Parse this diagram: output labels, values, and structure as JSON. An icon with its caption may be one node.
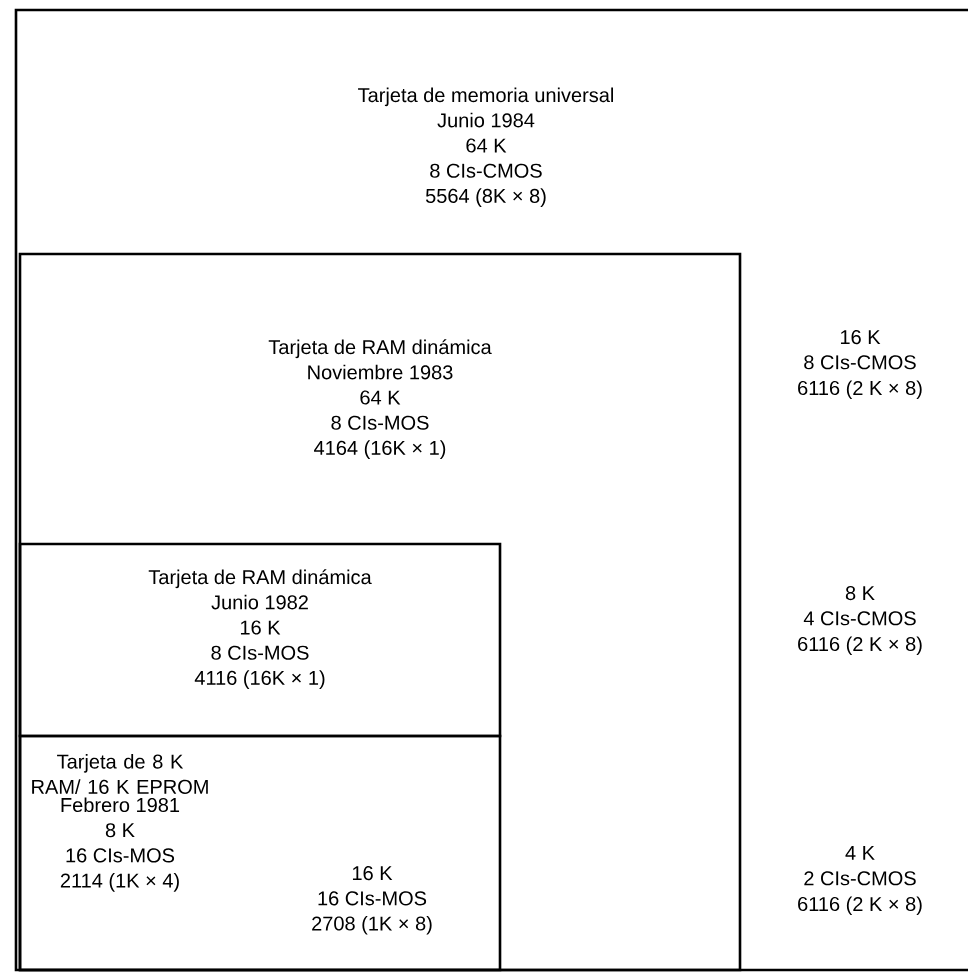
{
  "diagram": {
    "nodes": [
      {
        "text": [
          "Tarjeta de memoria universal",
          "Junio 1984",
          "64 K",
          "8 CIs-CMOS",
          "5564 (8K × 8)"
        ]
      },
      {
        "text": [
          "Tarjeta de RAM dinámica",
          "Noviembre 1983",
          "64 K",
          "8 CIs-MOS",
          "4164 (16K × 1)"
        ],
        "in": 0
      },
      {
        "text": [
          "Tarjeta de RAM dinámica",
          "Junio 1982",
          "16 K",
          "8 CIs-MOS",
          "4116 (16K × 1)"
        ],
        "in": 1
      },
      {
        "text": [
          "Tarjeta de 8 K RAM/ 16 K EPROM",
          "Febrero 1981",
          "8 K",
          "16 CIs-MOS",
          "2114 (1K × 4)",
          "16 K",
          "16 CIs-MOS",
          "2708 (1K × 8)"
        ],
        "in": 1
      }
    ],
    "labels": [
      "16 K",
      "8 CIs-CMOS",
      "6116 (2 K × 8)",
      "8 K",
      "4 CIs-CMOS",
      "6116 (2 K × 8)",
      "4 K",
      "2 CIs-CMOS",
      "6116 (2 K × 8)"
    ]
  }
}
